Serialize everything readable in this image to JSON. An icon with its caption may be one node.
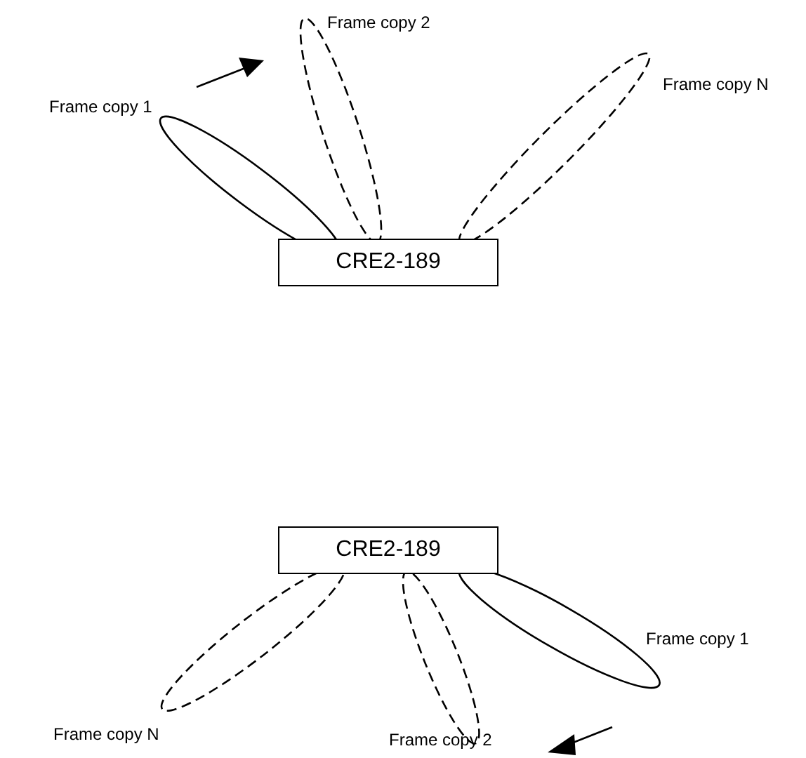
{
  "diagram": {
    "nodes": [
      {
        "text": [
          "CRE2-189"
        ]
      },
      {
        "text": [],
        "shape": "ellipse",
        "beside": [
          "Frame copy 1"
        ]
      },
      {
        "text": [],
        "shape": "ellipse",
        "beside": [
          "Frame copy 2"
        ]
      },
      {
        "text": [],
        "shape": "ellipse",
        "beside": [
          "Frame copy N"
        ]
      },
      {
        "text": [
          "CRE2-189"
        ]
      },
      {
        "text": [],
        "shape": "ellipse",
        "beside": [
          "Frame copy N"
        ]
      },
      {
        "text": [],
        "shape": "ellipse",
        "beside": [
          "Frame copy 2"
        ]
      },
      {
        "text": [],
        "shape": "ellipse",
        "beside": [
          "Frame copy 1"
        ]
      }
    ]
  }
}
